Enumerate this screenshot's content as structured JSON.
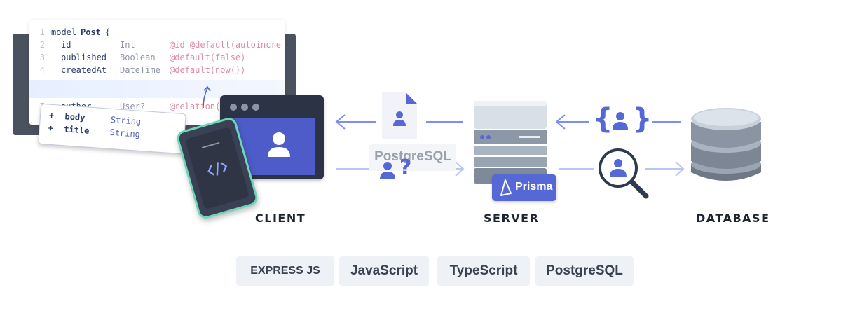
{
  "editor": {
    "line_numbers": [
      "1",
      "2",
      "3",
      "4",
      "7"
    ],
    "line1": {
      "keyword": "model",
      "name": "Post",
      "brace": "{"
    },
    "fields": [
      {
        "name": "id",
        "type": "Int",
        "attr": "@id @default(autoincre"
      },
      {
        "name": "published",
        "type": "Boolean",
        "attr": "@default(false)"
      },
      {
        "name": "createdAt",
        "type": "DateTime",
        "attr": "@default(now())"
      },
      {
        "name": "author",
        "type": "User?",
        "attr": "@relation("
      }
    ]
  },
  "new_fields": [
    {
      "plus": "+",
      "name": "body",
      "type": "String"
    },
    {
      "plus": "+",
      "name": "title",
      "type": "String"
    }
  ],
  "nodes": {
    "client": "CLIENT",
    "server": "SERVER",
    "database": "DATABASE"
  },
  "floating": {
    "postgres_token": "PostgreSQL",
    "question_mark": "?",
    "json_open": "{",
    "json_close": "}"
  },
  "prisma_badge": "Prisma",
  "tags": [
    "EXPRESS JS",
    "JavaScript",
    "TypeScript",
    "PostgreSQL"
  ],
  "colors": {
    "accent": "#5568d6",
    "arrow": "#7d8ff0",
    "dark": "#2c3345",
    "teal": "#6dd6b8"
  }
}
